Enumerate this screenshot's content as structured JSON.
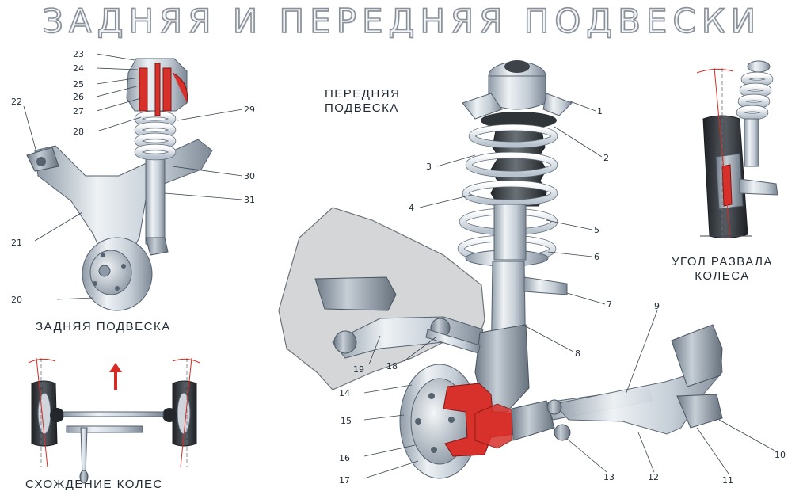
{
  "title": "ЗАДНЯЯ И ПЕРЕДНЯЯ ПОДВЕСКИ",
  "sections": {
    "front": "ПЕРЕДНЯЯ\nПОДВЕСКА",
    "rear": "ЗАДНЯЯ ПОДВЕСКА",
    "camber": "УГОЛ РАЗВАЛА\nКОЛЕСА",
    "toe": "СХОЖДЕНИЕ КОЛЕС"
  },
  "callouts": {
    "front": [
      "1",
      "2",
      "3",
      "4",
      "5",
      "6",
      "7",
      "8",
      "9",
      "10",
      "11",
      "12",
      "13",
      "14",
      "15",
      "16",
      "17",
      "18",
      "19"
    ],
    "rear": [
      "20",
      "21",
      "22",
      "23",
      "24",
      "25",
      "26",
      "27",
      "28",
      "29",
      "30",
      "31"
    ]
  },
  "colors": {
    "metal": "#c9d0d8",
    "spring": "#dfe5ea",
    "boot": "#3b4044",
    "section_cut": "#d8312b",
    "angle_line": "#d62b24",
    "tire": "#2e3236"
  }
}
